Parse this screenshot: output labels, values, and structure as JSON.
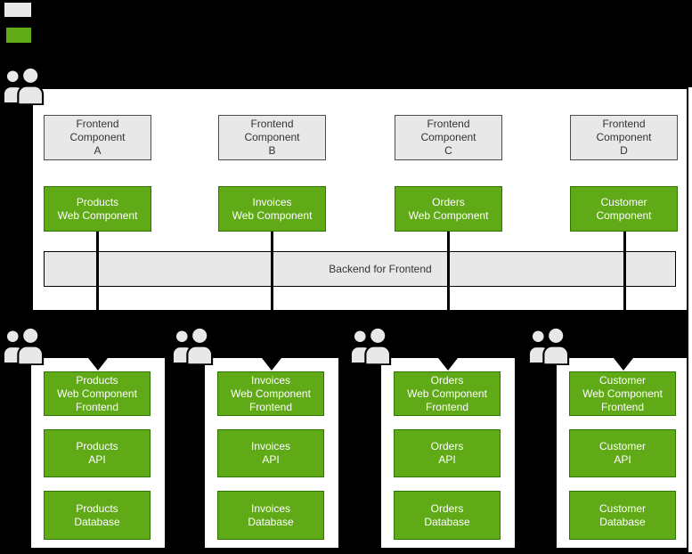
{
  "colors": {
    "background": "#000000",
    "panel_fill": "#ffffff",
    "gray_fill": "#e8e8e8",
    "gray_border": "#4d4d4d",
    "gray_text": "#333333",
    "green_fill": "#60a917",
    "green_border": "#2d7600",
    "green_text": "#ffffff",
    "connector": "#000000",
    "icon_fill": "#e8e8e8",
    "icon_stroke": "#000000"
  },
  "legend": {
    "items": [
      {
        "name": "gray-swatch",
        "color": "#e8e8e8"
      },
      {
        "name": "green-swatch",
        "color": "#60a917"
      }
    ]
  },
  "top_panel": {
    "backend_bar_label": "Backend for Frontend"
  },
  "teams": [
    {
      "frontend_component": "Frontend\nComponent\nA",
      "web_component": "Products\nWeb Component",
      "stack": [
        "Products\nWeb Component\nFrontend",
        "Products\nAPI",
        "Products\nDatabase"
      ]
    },
    {
      "frontend_component": "Frontend\nComponent\nB",
      "web_component": "Invoices\nWeb Component",
      "stack": [
        "Invoices\nWeb Component\nFrontend",
        "Invoices\nAPI",
        "Invoices\nDatabase"
      ]
    },
    {
      "frontend_component": "Frontend\nComponent\nC",
      "web_component": "Orders\nWeb Component",
      "stack": [
        "Orders\nWeb Component\nFrontend",
        "Orders\nAPI",
        "Orders\nDatabase"
      ]
    },
    {
      "frontend_component": "Frontend\nComponent\nD",
      "web_component": "Customer\nComponent",
      "stack": [
        "Customer\nWeb Component\nFrontend",
        "Customer\nAPI",
        "Customer\nDatabase"
      ]
    }
  ]
}
